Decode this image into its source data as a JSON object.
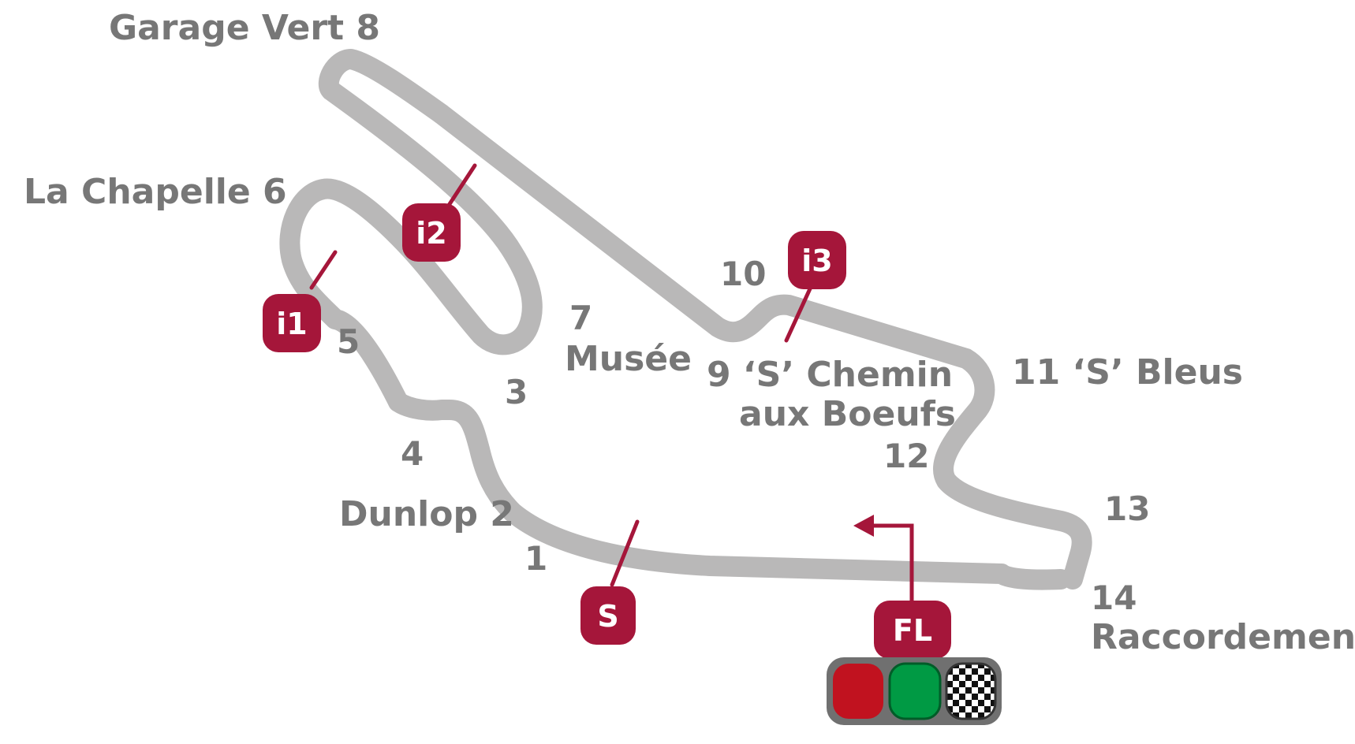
{
  "colors": {
    "track": "#b9b8b8",
    "label": "#777777",
    "marker": "#a5163a",
    "light_red": "#c1121f",
    "light_green": "#009a44",
    "light_frame": "#707070"
  },
  "corners": [
    {
      "id": "c1",
      "text": "1"
    },
    {
      "id": "c2",
      "text": "Dunlop  2"
    },
    {
      "id": "c3",
      "text": "3"
    },
    {
      "id": "c4",
      "text": "4"
    },
    {
      "id": "c5",
      "text": "5"
    },
    {
      "id": "c6",
      "text": "La Chapelle  6"
    },
    {
      "id": "c7",
      "text": "7"
    },
    {
      "id": "c7name",
      "text": "Musée"
    },
    {
      "id": "c8",
      "text": "Garage Vert  8"
    },
    {
      "id": "c9a",
      "text": "9 ‘S’ Chemin"
    },
    {
      "id": "c9b",
      "text": "aux Boeufs"
    },
    {
      "id": "c10",
      "text": "10"
    },
    {
      "id": "c11",
      "text": "11 ‘S’ Bleus"
    },
    {
      "id": "c12",
      "text": "12"
    },
    {
      "id": "c13",
      "text": "13"
    },
    {
      "id": "c14",
      "text": "14"
    },
    {
      "id": "c14name",
      "text": "Raccordement"
    }
  ],
  "markers": {
    "s": "S",
    "i1": "i1",
    "i2": "i2",
    "i3": "i3",
    "fl": "FL"
  },
  "lights": {
    "icons": [
      "red-light-icon",
      "green-light-icon",
      "checkered-flag-icon"
    ]
  }
}
